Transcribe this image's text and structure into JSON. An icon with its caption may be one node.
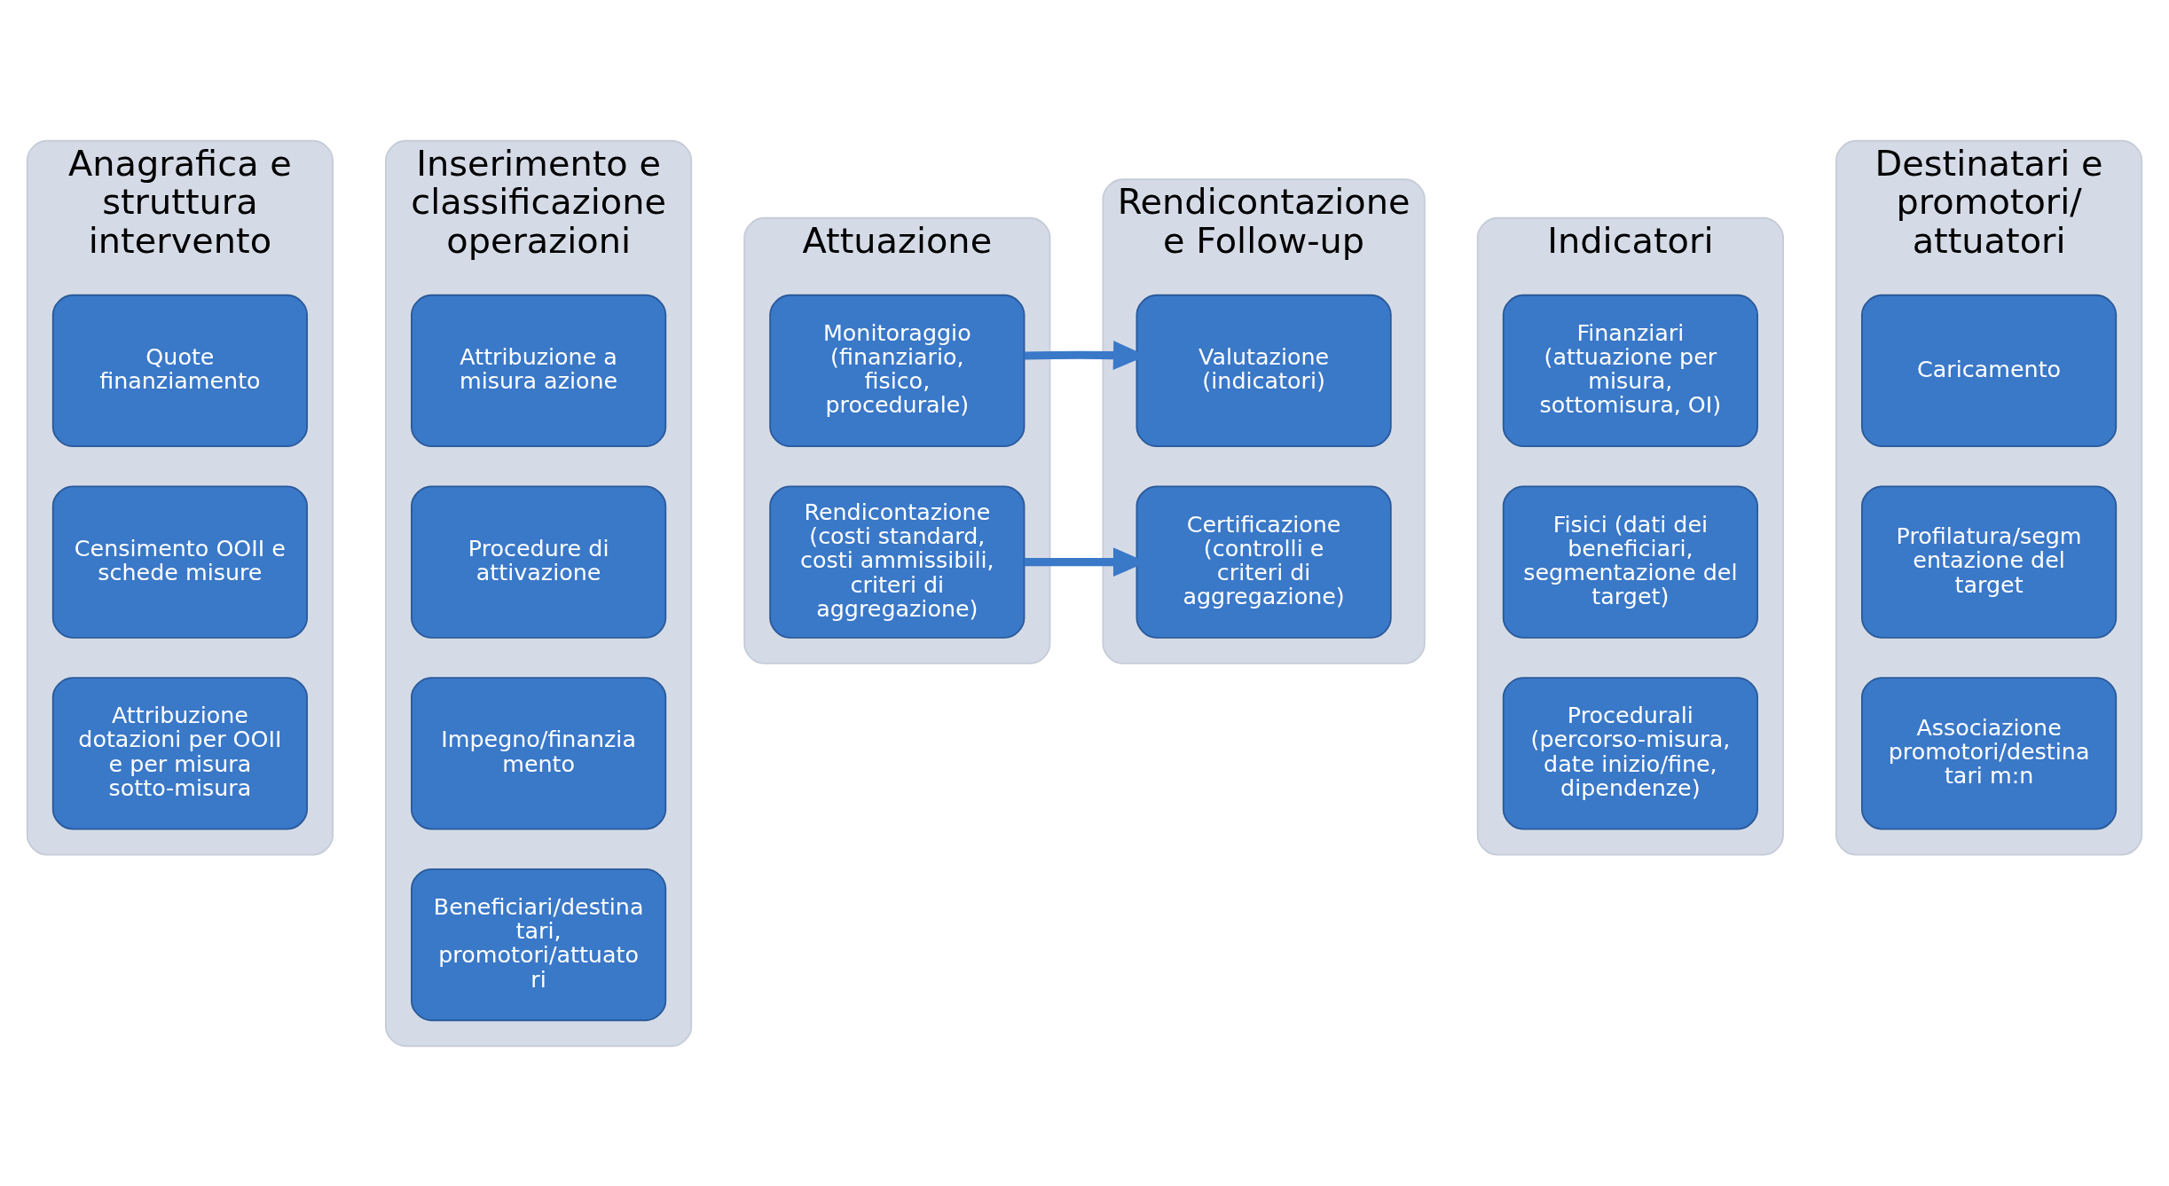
{
  "diagram": {
    "nodes": [
      {
        "text": [
          "Anagrafica e struttura intervento"
        ]
      },
      {
        "text": [
          "Quote finanziamento"
        ],
        "in": 0
      },
      {
        "text": [
          "Censimento OOII e schede misure"
        ],
        "in": 0
      },
      {
        "text": [
          "Attribuzione dotazioni per OOII e per misura sotto-misura"
        ],
        "in": 0
      },
      {
        "text": [
          "Inserimento e classificazione operazioni"
        ]
      },
      {
        "text": [
          "Attribuzione a misura azione"
        ],
        "in": 4
      },
      {
        "text": [
          "Procedure di attivazione"
        ],
        "in": 4
      },
      {
        "text": [
          "Impegno/finanzia mento"
        ],
        "in": 4
      },
      {
        "text": [
          "Beneficiari/destina tari, promotori/attuato ri"
        ],
        "in": 4
      },
      {
        "text": [
          "Attuazione"
        ]
      },
      {
        "text": [
          "Monitoraggio (finanziario, fisico, procedurale)"
        ],
        "in": 9
      },
      {
        "text": [
          "Rendicontazione (costi standard, costi ammissibili, criteri di aggregazione)"
        ],
        "in": 9
      },
      {
        "text": [
          "Rendicontazione e Follow-up"
        ]
      },
      {
        "text": [
          "Valutazione (indicatori)"
        ],
        "in": 12
      },
      {
        "text": [
          "Certificazione (controlli e criteri di aggregazione)"
        ],
        "in": 12
      },
      {
        "text": [
          "Indicatori"
        ]
      },
      {
        "text": [
          "Finanziari (attuazione per misura, sottomisura, OI)"
        ],
        "in": 15
      },
      {
        "text": [
          "Fisici (dati dei beneficiari, segmentazione del target)"
        ],
        "in": 15
      },
      {
        "text": [
          "Procedurali (percorso-misura, date inizio/fine, dipendenze)"
        ],
        "in": 15
      },
      {
        "text": [
          "Destinatari e promotori/ attuatori"
        ]
      },
      {
        "text": [
          "Caricamento"
        ],
        "in": 19
      },
      {
        "text": [
          "Profilatura/segm entazione del target"
        ],
        "in": 19
      },
      {
        "text": [
          "Associazione promotori/destina tari m:n"
        ],
        "in": 19
      }
    ],
    "edges": [
      {
        "from": 10,
        "to": 13,
        "arrow": "to"
      },
      {
        "from": 11,
        "to": 14,
        "arrow": "to"
      }
    ]
  }
}
